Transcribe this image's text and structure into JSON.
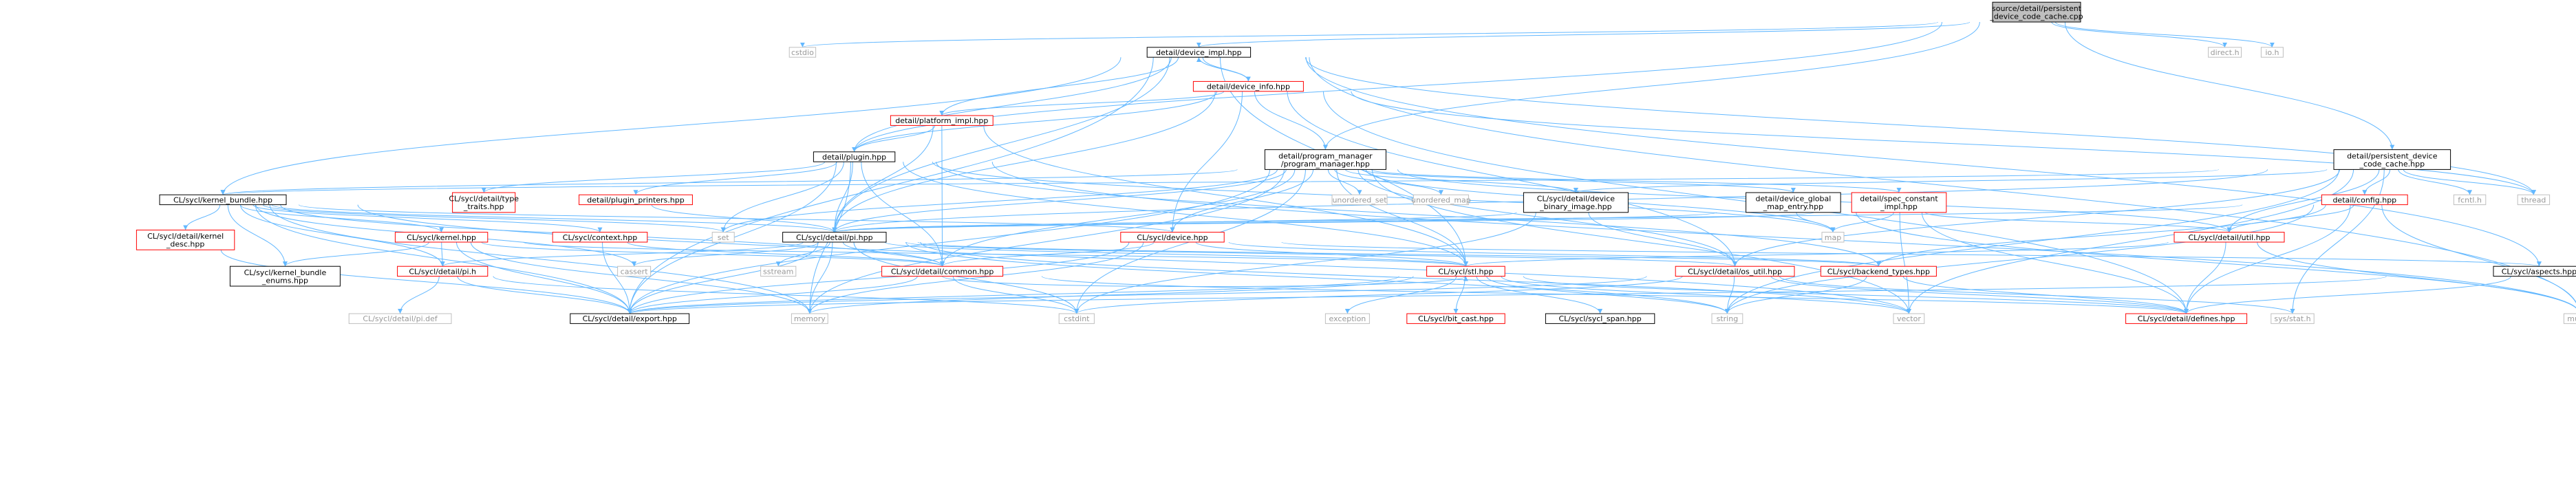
{
  "colors": {
    "edge": "#63b8ff",
    "node_border_black": "#000000",
    "node_border_red": "#ff0000",
    "node_border_gray": "#bfbfbf",
    "root_fill": "#bfbfbf",
    "text": "#000000",
    "text_gray": "#999999"
  },
  "nodes": [
    {
      "id": "root",
      "lines": [
        "source/detail/persistent",
        "_device_code_cache.cpp"
      ],
      "style": "root"
    },
    {
      "id": "cstdio",
      "lines": [
        "cstdio"
      ],
      "style": "gray"
    },
    {
      "id": "device_impl",
      "lines": [
        "detail/device_impl.hpp"
      ],
      "style": "black"
    },
    {
      "id": "direct_h",
      "lines": [
        "direct.h"
      ],
      "style": "gray"
    },
    {
      "id": "io_h",
      "lines": [
        "io.h"
      ],
      "style": "gray"
    },
    {
      "id": "device_info",
      "lines": [
        "detail/device_info.hpp"
      ],
      "style": "red"
    },
    {
      "id": "platform_impl",
      "lines": [
        "detail/platform_impl.hpp"
      ],
      "style": "red"
    },
    {
      "id": "plugin",
      "lines": [
        "detail/plugin.hpp"
      ],
      "style": "black"
    },
    {
      "id": "program_manager",
      "lines": [
        "detail/program_manager",
        "/program_manager.hpp"
      ],
      "style": "black"
    },
    {
      "id": "persistent_hpp",
      "lines": [
        "detail/persistent_device",
        "_code_cache.hpp"
      ],
      "style": "black"
    },
    {
      "id": "kernel_bundle",
      "lines": [
        "CL/sycl/kernel_bundle.hpp"
      ],
      "style": "black"
    },
    {
      "id": "type_traits",
      "lines": [
        "CL/sycl/detail/type",
        "_traits.hpp"
      ],
      "style": "red"
    },
    {
      "id": "plugin_printers",
      "lines": [
        "detail/plugin_printers.hpp"
      ],
      "style": "red"
    },
    {
      "id": "unordered_set",
      "lines": [
        "unordered_set"
      ],
      "style": "gray"
    },
    {
      "id": "unordered_map",
      "lines": [
        "unordered_map"
      ],
      "style": "gray"
    },
    {
      "id": "device_binary_image",
      "lines": [
        "CL/sycl/detail/device",
        "_binary_image.hpp"
      ],
      "style": "black"
    },
    {
      "id": "device_global_map",
      "lines": [
        "detail/device_global",
        "_map_entry.hpp"
      ],
      "style": "black"
    },
    {
      "id": "spec_constant",
      "lines": [
        "detail/spec_constant",
        "_impl.hpp"
      ],
      "style": "red"
    },
    {
      "id": "config",
      "lines": [
        "detail/config.hpp"
      ],
      "style": "red"
    },
    {
      "id": "fcntl_h",
      "lines": [
        "fcntl.h"
      ],
      "style": "gray"
    },
    {
      "id": "thread",
      "lines": [
        "thread"
      ],
      "style": "gray"
    },
    {
      "id": "kernel_desc",
      "lines": [
        "CL/sycl/detail/kernel",
        "_desc.hpp"
      ],
      "style": "red"
    },
    {
      "id": "kernel_hpp",
      "lines": [
        "CL/sycl/kernel.hpp"
      ],
      "style": "red"
    },
    {
      "id": "context",
      "lines": [
        "CL/sycl/context.hpp"
      ],
      "style": "red"
    },
    {
      "id": "set",
      "lines": [
        "set"
      ],
      "style": "gray"
    },
    {
      "id": "pi_hpp",
      "lines": [
        "CL/sycl/detail/pi.hpp"
      ],
      "style": "black"
    },
    {
      "id": "device_hpp",
      "lines": [
        "CL/sycl/device.hpp"
      ],
      "style": "red"
    },
    {
      "id": "map",
      "lines": [
        "map"
      ],
      "style": "gray"
    },
    {
      "id": "util_hpp",
      "lines": [
        "CL/sycl/detail/util.hpp"
      ],
      "style": "red"
    },
    {
      "id": "kb_enums",
      "lines": [
        "CL/sycl/kernel_bundle",
        "_enums.hpp"
      ],
      "style": "black"
    },
    {
      "id": "pi_h",
      "lines": [
        "CL/sycl/detail/pi.h"
      ],
      "style": "red"
    },
    {
      "id": "cassert",
      "lines": [
        "cassert"
      ],
      "style": "gray"
    },
    {
      "id": "sstream",
      "lines": [
        "sstream"
      ],
      "style": "gray"
    },
    {
      "id": "common",
      "lines": [
        "CL/sycl/detail/common.hpp"
      ],
      "style": "red"
    },
    {
      "id": "stl",
      "lines": [
        "CL/sycl/stl.hpp"
      ],
      "style": "red"
    },
    {
      "id": "os_util",
      "lines": [
        "CL/sycl/detail/os_util.hpp"
      ],
      "style": "red"
    },
    {
      "id": "backend_types",
      "lines": [
        "CL/sycl/backend_types.hpp"
      ],
      "style": "red"
    },
    {
      "id": "aspects",
      "lines": [
        "CL/sycl/aspects.hpp"
      ],
      "style": "black"
    },
    {
      "id": "pi_def",
      "lines": [
        "CL/sycl/detail/pi.def"
      ],
      "style": "gray"
    },
    {
      "id": "export",
      "lines": [
        "CL/sycl/detail/export.hpp"
      ],
      "style": "black"
    },
    {
      "id": "memory",
      "lines": [
        "memory"
      ],
      "style": "gray"
    },
    {
      "id": "cstdint",
      "lines": [
        "cstdint"
      ],
      "style": "gray"
    },
    {
      "id": "exception",
      "lines": [
        "exception"
      ],
      "style": "gray"
    },
    {
      "id": "bit_cast",
      "lines": [
        "CL/sycl/bit_cast.hpp"
      ],
      "style": "red"
    },
    {
      "id": "sycl_span",
      "lines": [
        "CL/sycl/sycl_span.hpp"
      ],
      "style": "black"
    },
    {
      "id": "string",
      "lines": [
        "string"
      ],
      "style": "gray"
    },
    {
      "id": "vector",
      "lines": [
        "vector"
      ],
      "style": "gray"
    },
    {
      "id": "defines",
      "lines": [
        "CL/sycl/detail/defines.hpp"
      ],
      "style": "red"
    },
    {
      "id": "sys_stat",
      "lines": [
        "sys/stat.h"
      ],
      "style": "gray"
    },
    {
      "id": "mutex",
      "lines": [
        "mutex"
      ],
      "style": "gray"
    }
  ],
  "edges": [
    [
      "root",
      "cstdio"
    ],
    [
      "root",
      "device_impl"
    ],
    [
      "root",
      "direct_h"
    ],
    [
      "root",
      "io_h"
    ],
    [
      "root",
      "persistent_hpp"
    ],
    [
      "root",
      "program_manager"
    ],
    [
      "root",
      "plugin"
    ],
    [
      "device_impl",
      "device_info"
    ],
    [
      "device_impl",
      "platform_impl"
    ],
    [
      "device_impl",
      "plugin"
    ],
    [
      "device_impl",
      "kernel_bundle"
    ],
    [
      "device_impl",
      "pi_hpp"
    ],
    [
      "device_impl",
      "stl"
    ],
    [
      "device_impl",
      "export"
    ],
    [
      "device_impl",
      "aspects"
    ],
    [
      "device_impl",
      "mutex"
    ],
    [
      "device_impl",
      "thread"
    ],
    [
      "device_info",
      "device_impl"
    ],
    [
      "device_info",
      "platform_impl"
    ],
    [
      "device_info",
      "plugin"
    ],
    [
      "device_info",
      "program_manager"
    ],
    [
      "device_info",
      "pi_hpp"
    ],
    [
      "device_info",
      "device_hpp"
    ],
    [
      "device_info",
      "os_util"
    ],
    [
      "device_info",
      "defines"
    ],
    [
      "device_info",
      "thread"
    ],
    [
      "platform_impl",
      "plugin"
    ],
    [
      "platform_impl",
      "common"
    ],
    [
      "platform_impl",
      "stl"
    ],
    [
      "platform_impl",
      "pi_hpp"
    ],
    [
      "plugin",
      "type_traits"
    ],
    [
      "plugin",
      "plugin_printers"
    ],
    [
      "plugin",
      "pi_hpp"
    ],
    [
      "plugin",
      "common"
    ],
    [
      "plugin",
      "backend_types"
    ],
    [
      "plugin",
      "stl"
    ],
    [
      "plugin",
      "export"
    ],
    [
      "plugin",
      "memory"
    ],
    [
      "plugin",
      "mutex"
    ],
    [
      "plugin",
      "map"
    ],
    [
      "plugin",
      "set"
    ],
    [
      "plugin_printers",
      "pi_hpp"
    ],
    [
      "program_manager",
      "kernel_bundle"
    ],
    [
      "program_manager",
      "unordered_set"
    ],
    [
      "program_manager",
      "unordered_map"
    ],
    [
      "program_manager",
      "device_binary_image"
    ],
    [
      "program_manager",
      "device_global_map"
    ],
    [
      "program_manager",
      "spec_constant"
    ],
    [
      "program_manager",
      "pi_hpp"
    ],
    [
      "program_manager",
      "device_hpp"
    ],
    [
      "program_manager",
      "common"
    ],
    [
      "program_manager",
      "stl"
    ],
    [
      "program_manager",
      "os_util"
    ],
    [
      "program_manager",
      "util_hpp"
    ],
    [
      "program_manager",
      "cstdint"
    ],
    [
      "program_manager",
      "memory"
    ],
    [
      "program_manager",
      "map"
    ],
    [
      "program_manager",
      "set"
    ],
    [
      "program_manager",
      "vector"
    ],
    [
      "program_manager",
      "export"
    ],
    [
      "persistent_hpp",
      "kernel_bundle"
    ],
    [
      "persistent_hpp",
      "device_binary_image"
    ],
    [
      "persistent_hpp",
      "config"
    ],
    [
      "persistent_hpp",
      "fcntl_h"
    ],
    [
      "persistent_hpp",
      "thread"
    ],
    [
      "persistent_hpp",
      "util_hpp"
    ],
    [
      "persistent_hpp",
      "os_util"
    ],
    [
      "persistent_hpp",
      "pi_hpp"
    ],
    [
      "persistent_hpp",
      "sys_stat"
    ],
    [
      "persistent_hpp",
      "string"
    ],
    [
      "persistent_hpp",
      "vector"
    ],
    [
      "kernel_bundle",
      "kernel_desc"
    ],
    [
      "kernel_bundle",
      "kernel_hpp"
    ],
    [
      "kernel_bundle",
      "context"
    ],
    [
      "kernel_bundle",
      "kb_enums"
    ],
    [
      "kernel_bundle",
      "pi_h"
    ],
    [
      "kernel_bundle",
      "pi_hpp"
    ],
    [
      "kernel_bundle",
      "common"
    ],
    [
      "kernel_bundle",
      "export"
    ],
    [
      "kernel_bundle",
      "device_hpp"
    ],
    [
      "kernel_bundle",
      "cassert"
    ],
    [
      "kernel_bundle",
      "memory"
    ],
    [
      "kernel_bundle",
      "set"
    ],
    [
      "kernel_bundle",
      "vector"
    ],
    [
      "kernel_desc",
      "export"
    ],
    [
      "kernel_hpp",
      "kb_enums"
    ],
    [
      "kernel_hpp",
      "pi_h"
    ],
    [
      "kernel_hpp",
      "common"
    ],
    [
      "kernel_hpp",
      "export"
    ],
    [
      "kernel_hpp",
      "memory"
    ],
    [
      "kernel_hpp",
      "stl"
    ],
    [
      "context",
      "common"
    ],
    [
      "context",
      "export"
    ],
    [
      "device_binary_image",
      "pi_hpp"
    ],
    [
      "device_binary_image",
      "os_util"
    ],
    [
      "device_binary_image",
      "cstdint"
    ],
    [
      "device_global_map",
      "pi_hpp"
    ],
    [
      "device_global_map",
      "map"
    ],
    [
      "device_global_map",
      "mutex"
    ],
    [
      "spec_constant",
      "pi_hpp"
    ],
    [
      "spec_constant",
      "util_hpp"
    ],
    [
      "spec_constant",
      "defines"
    ],
    [
      "spec_constant",
      "map"
    ],
    [
      "spec_constant",
      "vector"
    ],
    [
      "config",
      "pi_hpp"
    ],
    [
      "config",
      "util_hpp"
    ],
    [
      "config",
      "defines"
    ],
    [
      "config",
      "string"
    ],
    [
      "config",
      "mutex"
    ],
    [
      "config",
      "backend_types"
    ],
    [
      "pi_hpp",
      "pi_h"
    ],
    [
      "pi_hpp",
      "backend_types"
    ],
    [
      "pi_hpp",
      "common"
    ],
    [
      "pi_hpp",
      "export"
    ],
    [
      "pi_hpp",
      "os_util"
    ],
    [
      "pi_hpp",
      "cassert"
    ],
    [
      "pi_hpp",
      "sstream"
    ],
    [
      "pi_hpp",
      "memory"
    ],
    [
      "pi_hpp",
      "cstdint"
    ],
    [
      "pi_hpp",
      "string"
    ],
    [
      "pi_hpp",
      "vector"
    ],
    [
      "pi_hpp",
      "stl"
    ],
    [
      "device_hpp",
      "common"
    ],
    [
      "device_hpp",
      "stl"
    ],
    [
      "device_hpp",
      "export"
    ],
    [
      "device_hpp",
      "aspects"
    ],
    [
      "device_hpp",
      "backend_types"
    ],
    [
      "device_hpp",
      "memory"
    ],
    [
      "util_hpp",
      "stl"
    ],
    [
      "util_hpp",
      "defines"
    ],
    [
      "util_hpp",
      "mutex"
    ],
    [
      "pi_h",
      "pi_def"
    ],
    [
      "pi_h",
      "export"
    ],
    [
      "pi_h",
      "cstdint"
    ],
    [
      "common",
      "stl"
    ],
    [
      "common",
      "export"
    ],
    [
      "common",
      "defines"
    ],
    [
      "common",
      "cstdint"
    ],
    [
      "stl",
      "exception"
    ],
    [
      "stl",
      "bit_cast"
    ],
    [
      "stl",
      "sycl_span"
    ],
    [
      "stl",
      "memory"
    ],
    [
      "stl",
      "string"
    ],
    [
      "stl",
      "vector"
    ],
    [
      "stl",
      "defines"
    ],
    [
      "stl",
      "export"
    ],
    [
      "os_util",
      "export"
    ],
    [
      "os_util",
      "defines"
    ],
    [
      "os_util",
      "string"
    ],
    [
      "os_util",
      "sys_stat"
    ],
    [
      "os_util",
      "cstdint"
    ],
    [
      "backend_types",
      "string"
    ],
    [
      "backend_types",
      "defines"
    ],
    [
      "aspects",
      "defines"
    ],
    [
      "aspects",
      "export"
    ]
  ]
}
